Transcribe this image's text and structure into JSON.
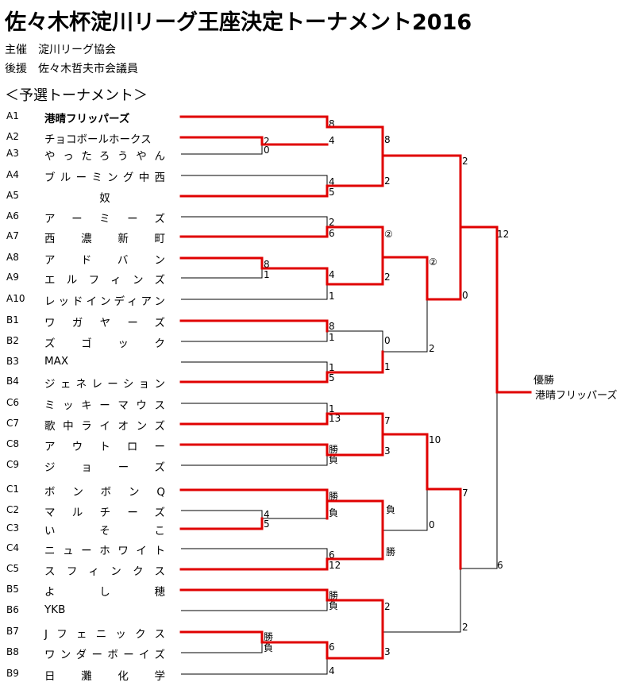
{
  "header": {
    "title": "佐々木杯淀川リーグ王座決定トーナメント2016",
    "organizer": "主催　淀川リーグ協会",
    "sponsor": "後援　佐々木哲夫市会議員",
    "section": "＜予選トーナメント＞"
  },
  "teams": [
    {
      "seed": "A1",
      "name": "港晴フリッパーズ"
    },
    {
      "seed": "A2",
      "name": "チョコボールホークス"
    },
    {
      "seed": "A3",
      "name": "やったろうやん"
    },
    {
      "seed": "A4",
      "name": "ブルーミング中西"
    },
    {
      "seed": "A5",
      "name": "奴"
    },
    {
      "seed": "A6",
      "name": "アーミーズ"
    },
    {
      "seed": "A7",
      "name": "西濃新町"
    },
    {
      "seed": "A8",
      "name": "アドバン"
    },
    {
      "seed": "A9",
      "name": "エルフィンズ"
    },
    {
      "seed": "A10",
      "name": "レッドインディアン"
    },
    {
      "seed": "B1",
      "name": "ワガヤーズ"
    },
    {
      "seed": "B2",
      "name": "ズゴック"
    },
    {
      "seed": "B3",
      "name": "MAX"
    },
    {
      "seed": "B4",
      "name": "ジェネレーション"
    },
    {
      "seed": "C6",
      "name": "ミッキーマウス"
    },
    {
      "seed": "C7",
      "name": "歌中ライオンズ"
    },
    {
      "seed": "C8",
      "name": "アウトロー"
    },
    {
      "seed": "C9",
      "name": "ジョーズ"
    },
    {
      "seed": "C1",
      "name": "ボンボンQ"
    },
    {
      "seed": "C2",
      "name": "マルチーズ"
    },
    {
      "seed": "C3",
      "name": "いそこ"
    },
    {
      "seed": "C4",
      "name": "ニューホワイト"
    },
    {
      "seed": "C5",
      "name": "スフィンクス"
    },
    {
      "seed": "B5",
      "name": "よし穂"
    },
    {
      "seed": "B6",
      "name": "YKB"
    },
    {
      "seed": "B7",
      "name": "Jフェニックス"
    },
    {
      "seed": "B8",
      "name": "ワンダーボーイズ"
    },
    {
      "seed": "B9",
      "name": "日灘化学"
    }
  ],
  "scores": [
    "2",
    "0",
    "8",
    "4",
    "4",
    "5",
    "2",
    "6",
    "8",
    "1",
    "4",
    "1",
    "8",
    "1",
    "1",
    "5",
    "1",
    "13",
    "勝",
    "負",
    "勝",
    "負",
    "4",
    "5",
    "6",
    "12",
    "勝",
    "負",
    "勝",
    "負",
    "6",
    "4",
    "8",
    "2",
    "②",
    "2",
    "0",
    "1",
    "7",
    "3",
    "負",
    "勝",
    "2",
    "3",
    "2",
    "②",
    "0",
    "2",
    "10",
    "0",
    "7",
    "2",
    "12",
    "6"
  ],
  "champion": {
    "label": "優勝",
    "team": "港晴フリッパーズ"
  }
}
